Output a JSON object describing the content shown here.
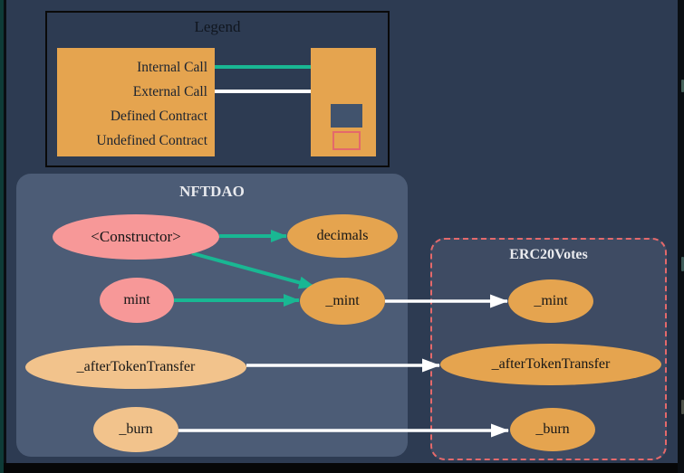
{
  "app": "contract call graph",
  "colors": {
    "background": "#2d3b52",
    "defined_contract_fill": "#4c5c76",
    "undefined_contract_border": "#e4696b",
    "undefined_contract_fill": "#3e4b63",
    "node_orange": "#e5a44f",
    "node_peach": "#f2c38c",
    "node_pink": "#f79898",
    "internal_call_arrow": "#19b793",
    "external_call_arrow": "#ffffff",
    "legend_square_defined": "#41536d"
  },
  "legend": {
    "title": "Legend",
    "items": [
      "Internal Call",
      "External Call",
      "Defined Contract",
      "Undefined Contract"
    ]
  },
  "nftdao": {
    "title": "NFTDAO",
    "nodes": {
      "constructor": "<Constructor>",
      "decimals": "decimals",
      "mint": "mint",
      "mint_internal": "_mint",
      "after_token_transfer": "_afterTokenTransfer",
      "burn": "_burn"
    }
  },
  "erc20votes": {
    "title": "ERC20Votes",
    "nodes": {
      "mint_internal": "_mint",
      "after_token_transfer": "_afterTokenTransfer",
      "burn": "_burn"
    }
  },
  "edges": [
    {
      "from": "NFTDAO.<Constructor>",
      "to": "NFTDAO.decimals",
      "type": "internal"
    },
    {
      "from": "NFTDAO.<Constructor>",
      "to": "NFTDAO._mint",
      "type": "internal"
    },
    {
      "from": "NFTDAO.mint",
      "to": "NFTDAO._mint",
      "type": "internal"
    },
    {
      "from": "NFTDAO._mint",
      "to": "ERC20Votes._mint",
      "type": "external"
    },
    {
      "from": "NFTDAO._afterTokenTransfer",
      "to": "ERC20Votes._afterTokenTransfer",
      "type": "external"
    },
    {
      "from": "NFTDAO._burn",
      "to": "ERC20Votes._burn",
      "type": "external"
    }
  ]
}
